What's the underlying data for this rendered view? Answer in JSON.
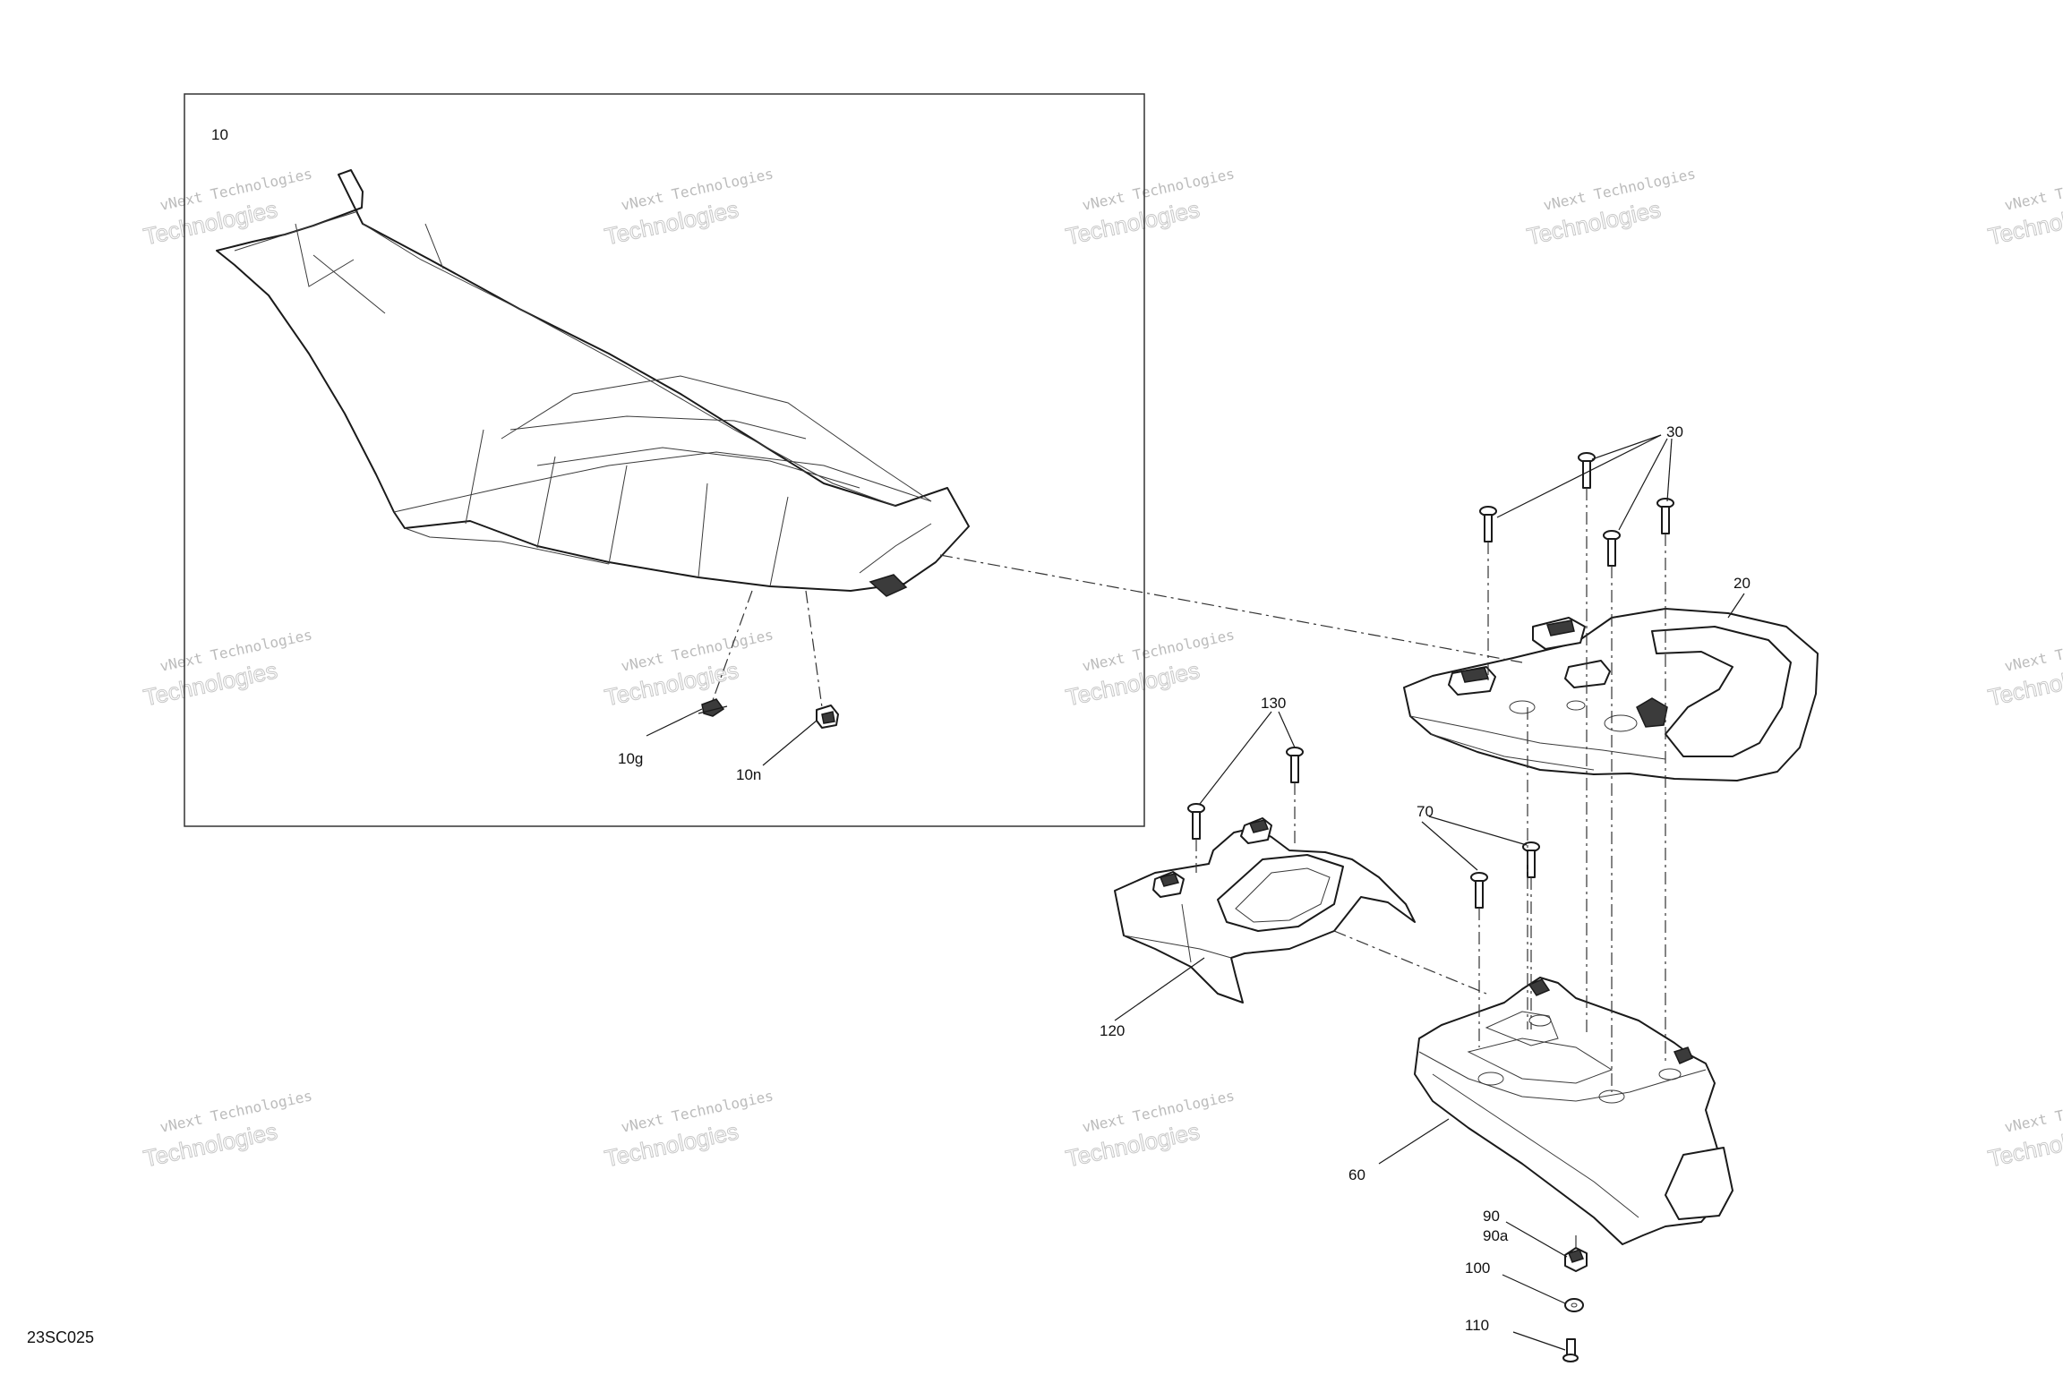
{
  "figure_id": "23SC025",
  "kit_frame_label": "10",
  "callouts": {
    "c10g": "10g",
    "c10n": "10n",
    "c20": "20",
    "c30": "30",
    "c60": "60",
    "c70": "70",
    "c90": "90",
    "c90a": "90a",
    "c100": "100",
    "c110": "110",
    "c120": "120",
    "c130": "130"
  },
  "watermark": {
    "line1": "vNext Technologies",
    "line2": "Technologies"
  }
}
